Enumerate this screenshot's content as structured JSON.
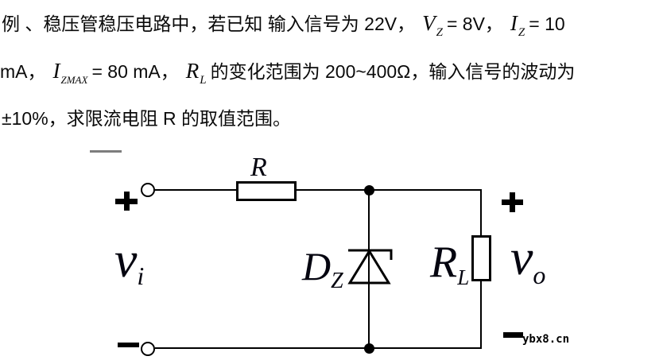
{
  "problem": {
    "line1": {
      "text_a": "例 、稳压管稳压电路中，若已知 输入信号为 22V，",
      "var1": "V",
      "var1_sub": "Z",
      "text_b": "= 8V，",
      "var2": "I",
      "var2_sub": "Z",
      "text_c": "= 10"
    },
    "line2": {
      "text_a": "mA，",
      "var1": "I",
      "var1_sub": "ZMAX",
      "text_b": "= 80 mA，",
      "var2": "R",
      "var2_sub": "L",
      "text_c": "的变化范围为 200~400Ω，输入信号的波动为"
    },
    "line3": {
      "text": "±10%，求限流电阻 R 的取值范围。"
    }
  },
  "circuit": {
    "resistor_label": "R",
    "zener_label": {
      "main": "D",
      "sub": "Z"
    },
    "load_label": {
      "main": "R",
      "sub": "L"
    },
    "input_label": {
      "main": "v",
      "sub": "i"
    },
    "output_label": {
      "main": "v",
      "sub": "o"
    },
    "polarity": {
      "input_plus": "+",
      "input_minus": "−",
      "output_plus": "+",
      "output_minus": "−"
    }
  },
  "watermark": "ybx8.cn",
  "colors": {
    "ink": "#000000",
    "underline_gray": "#7d7d7d",
    "background": "#ffffff"
  }
}
